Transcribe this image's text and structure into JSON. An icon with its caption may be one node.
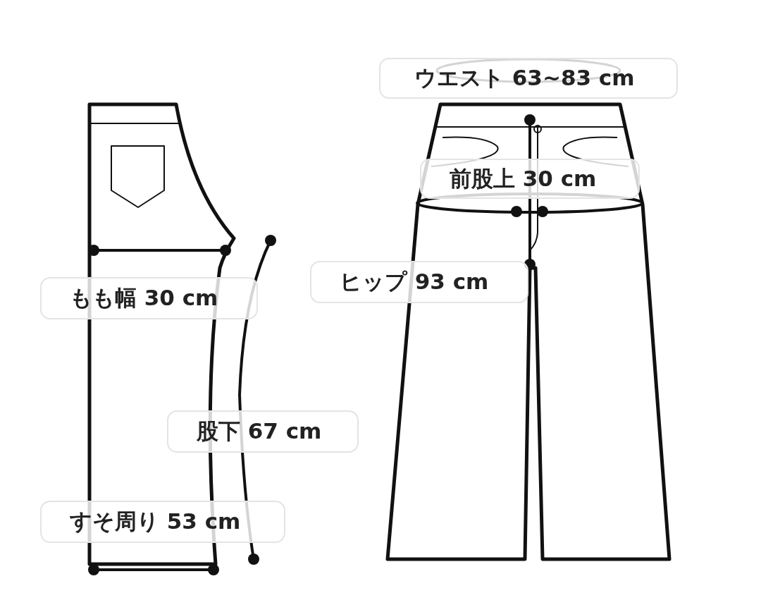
{
  "diagram": {
    "nodes": [
      {
        "text": [
          "ウエスト 63~83 cm"
        ]
      },
      {
        "text": [
          "前股上 30 cm"
        ]
      },
      {
        "text": [
          "ヒップ 93 cm"
        ]
      },
      {
        "text": [
          "もも幅 30 cm"
        ]
      },
      {
        "text": [
          "股下 67 cm"
        ]
      },
      {
        "text": [
          "すそ周り 53 cm"
        ]
      }
    ]
  }
}
